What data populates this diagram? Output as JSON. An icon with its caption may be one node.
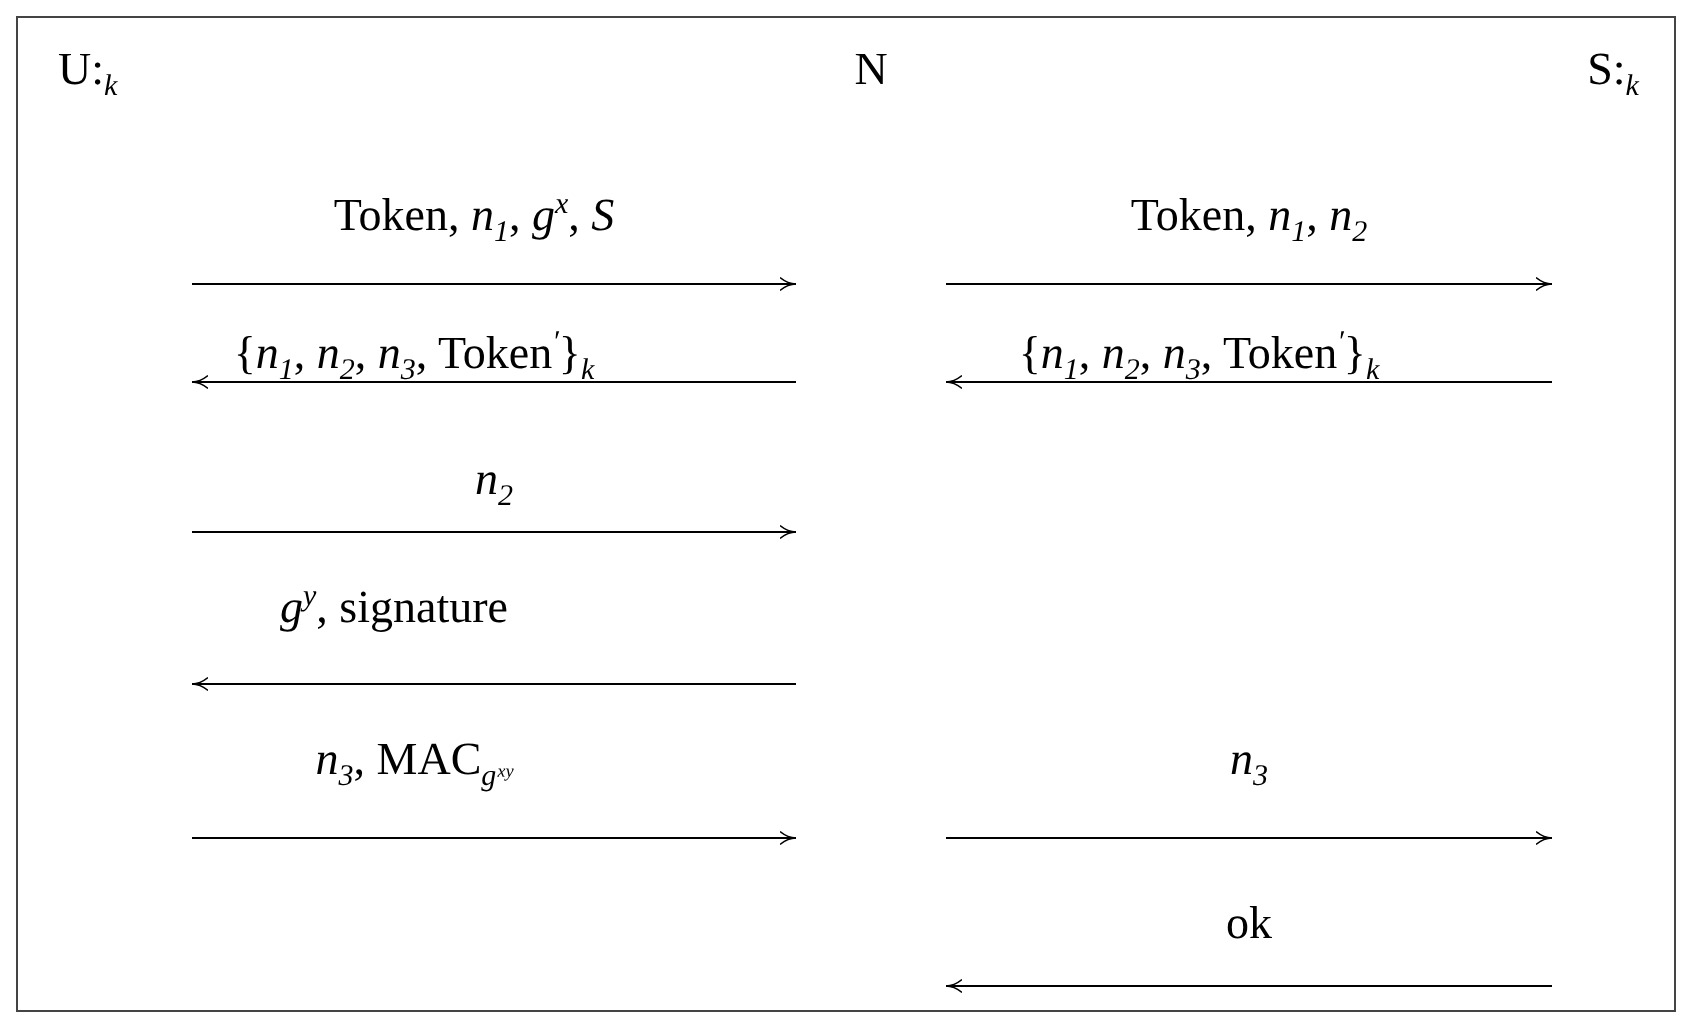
{
  "diagram": {
    "nodes": [
      {
        "text": [
          "U:$_{k}$"
        ]
      },
      {
        "text": [
          "N"
        ]
      },
      {
        "text": [
          "S:$_{k}$"
        ]
      }
    ],
    "labels": [
      "Token, *n*$_{1}$, *g*$^{x}$, *S*",
      "Token, *n*$_{1}$, *n*$_{2}$",
      "{*n*$_{1}$, *n*$_{2}$, *n*$_{3}$, Token$^{′}$}$_{k}$",
      "{*n*$_{1}$, *n*$_{2}$, *n*$_{3}$, Token$^{′}$}$_{k}$",
      "*n*$_{2}$",
      "*g*$^{y}$, signature",
      "*n*$_{3}$, MAC$_{gˣʸ}$",
      "*n*$_{3}$",
      "ok"
    ]
  }
}
